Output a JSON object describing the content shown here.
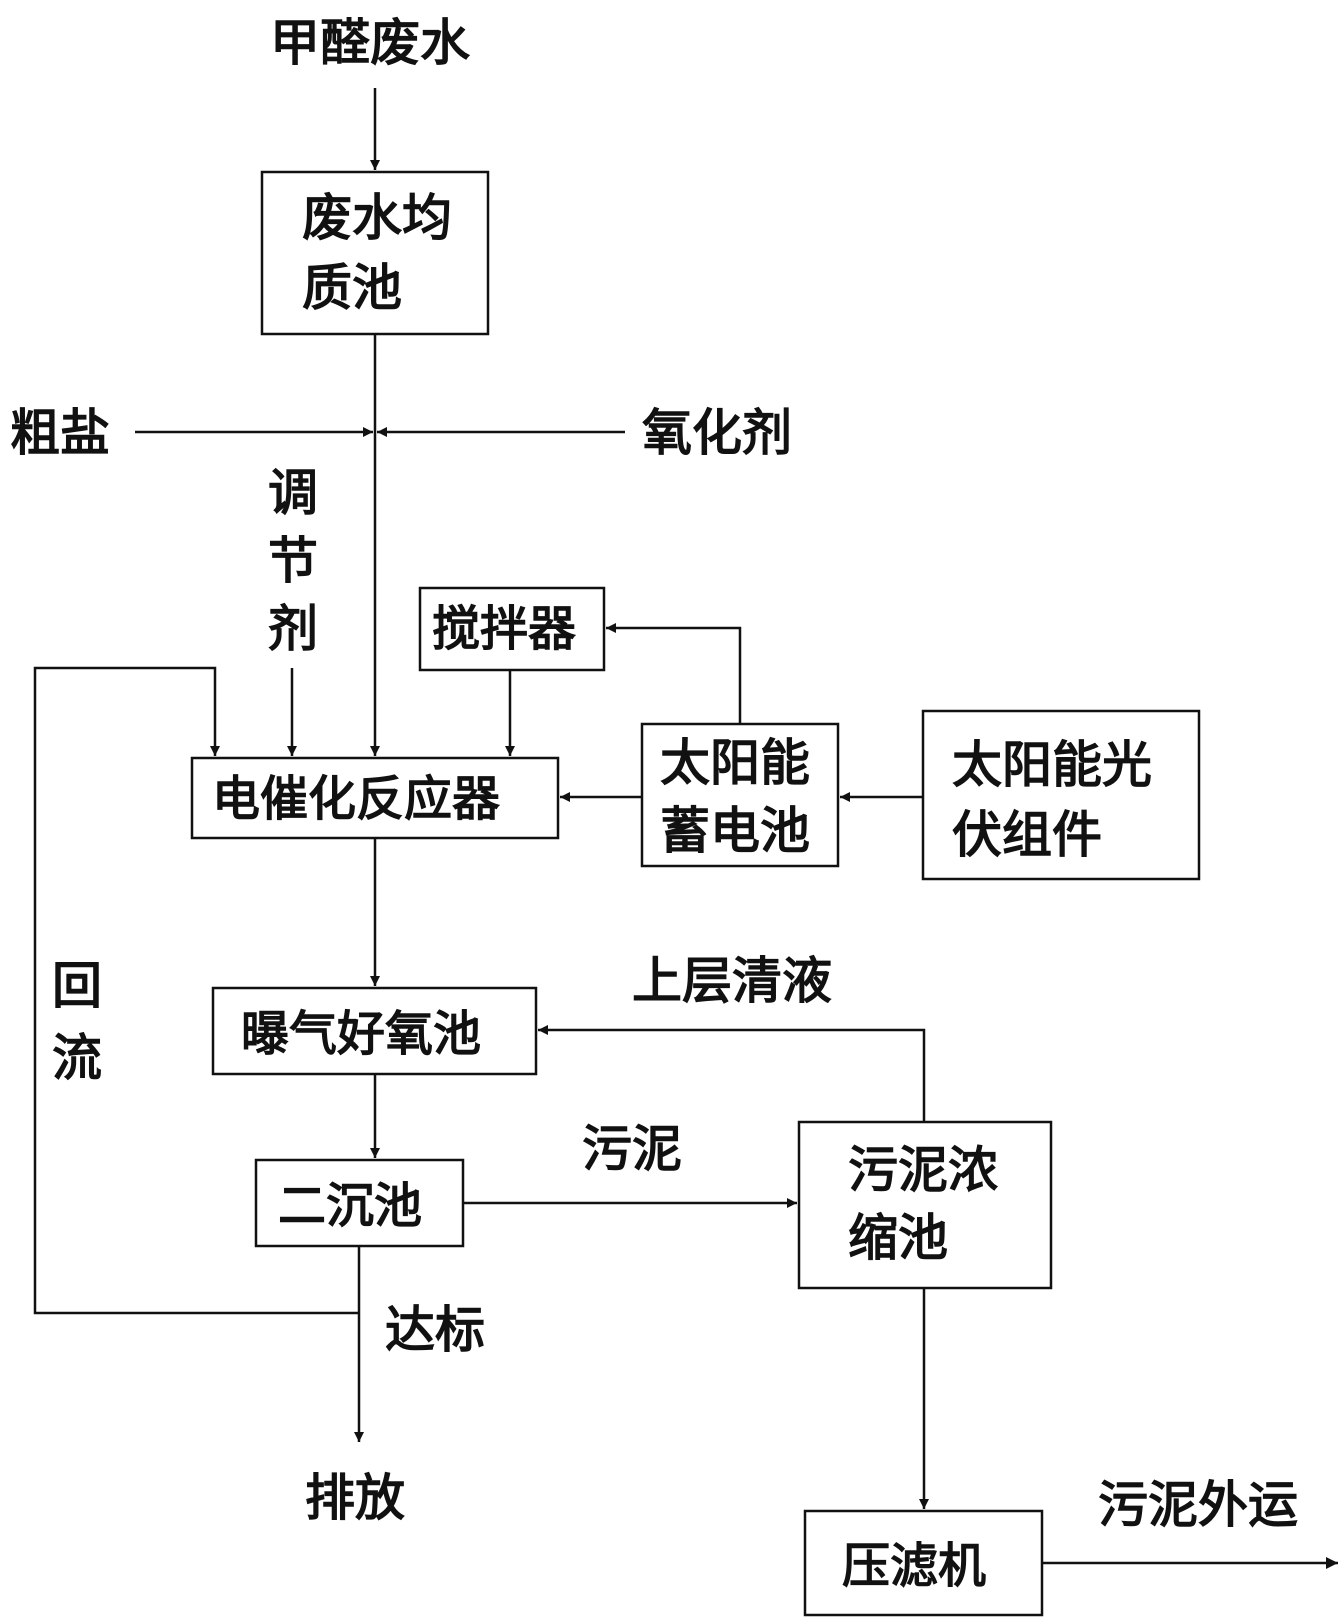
{
  "inputs": {
    "formaldehyde_wastewater": "甲醛废水",
    "crude_salt": "粗盐",
    "oxidant": "氧化剂",
    "regulator": [
      "调",
      "节",
      "剂"
    ]
  },
  "nodes": {
    "equalization_tank": [
      "废水均",
      "质池"
    ],
    "stirrer": "搅拌器",
    "reactor": "电催化反应器",
    "solar_battery": [
      "太阳能",
      "蓄电池"
    ],
    "pv_module": [
      "太阳能光",
      "伏组件"
    ],
    "aeration_tank": "曝气好氧池",
    "secondary_clarifier": "二沉池",
    "sludge_thickener": [
      "污泥浓",
      "缩池"
    ],
    "filter_press": "压滤机"
  },
  "flow_labels": {
    "reflux": [
      "回",
      "流"
    ],
    "supernatant": "上层清液",
    "sludge": "污泥",
    "compliant": "达标",
    "discharge": "排放",
    "sludge_out": "污泥外运"
  }
}
